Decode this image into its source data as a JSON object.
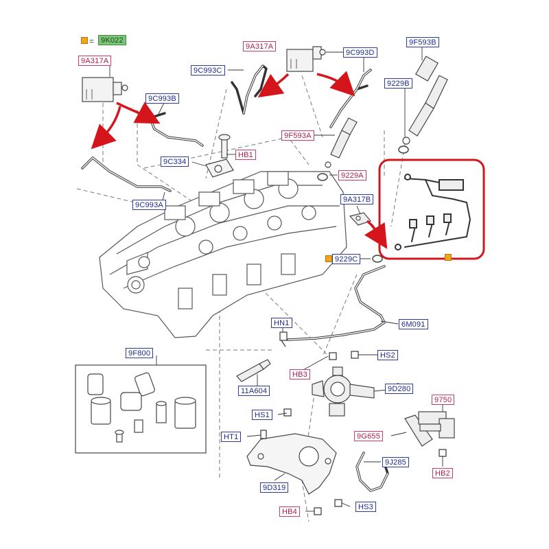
{
  "legend": {
    "code": "9K022",
    "equals": "="
  },
  "labels": {
    "9A317A_left": "9A317A",
    "9A317A_top": "9A317A",
    "9C993C": "9C993C",
    "9C993D": "9C993D",
    "9F593B": "9F593B",
    "9229B": "9229B",
    "9C993B": "9C993B",
    "9F593A": "9F593A",
    "HB1": "HB1",
    "9C334": "9C334",
    "9229A": "9229A",
    "9C993A": "9C993A",
    "9A317B": "9A317B",
    "9229C": "9229C",
    "6M091": "6M091",
    "HN1": "HN1",
    "9F800": "9F800",
    "HS2": "HS2",
    "HB3": "HB3",
    "9D280": "9D280",
    "11A604": "11A604",
    "9750": "9750",
    "HS1": "HS1",
    "9G655": "9G655",
    "HT1": "HT1",
    "9J285": "9J285",
    "HB2": "HB2",
    "9D319": "9D319",
    "HB4": "HB4",
    "HS3": "HS3"
  },
  "colors": {
    "label_border_blue": "#2c3c9c",
    "label_border_red": "#c83c6c",
    "highlight_red": "#d4151b",
    "flag_orange": "#f1a51b",
    "legend_green": "#7cc57a"
  }
}
